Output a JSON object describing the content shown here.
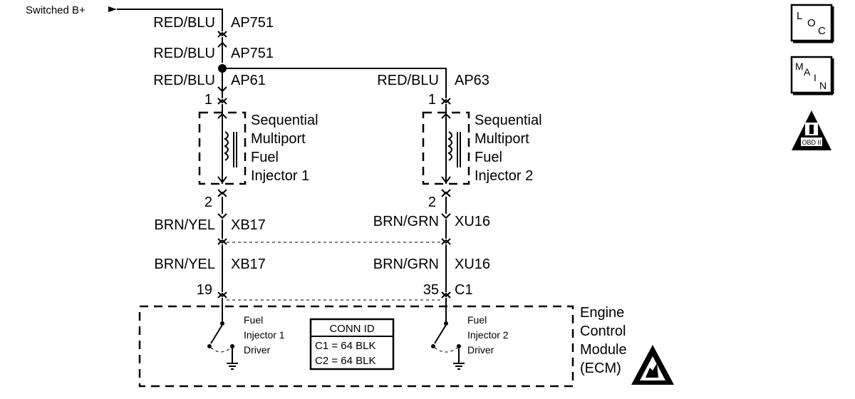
{
  "power": {
    "label": "Switched B+"
  },
  "wires": {
    "top1": {
      "color": "RED/BLU",
      "circuit": "AP751"
    },
    "top2": {
      "color": "RED/BLU",
      "circuit": "AP751"
    },
    "left_upper": {
      "color": "RED/BLU",
      "circuit": "AP61"
    },
    "right_upper": {
      "color": "RED/BLU",
      "circuit": "AP63"
    },
    "left_lower1": {
      "color": "BRN/YEL",
      "circuit": "XB17"
    },
    "left_lower2": {
      "color": "BRN/YEL",
      "circuit": "XB17"
    },
    "right_lower1": {
      "color": "BRN/GRN",
      "circuit": "XU16"
    },
    "right_lower2": {
      "color": "BRN/GRN",
      "circuit": "XU16"
    }
  },
  "pins": {
    "inj1_top": "1",
    "inj1_bottom": "2",
    "inj2_top": "1",
    "inj2_bottom": "2",
    "ecm_left": "19",
    "ecm_right": "35",
    "ecm_connector": "C1"
  },
  "injector1": {
    "lines": [
      "Sequential",
      "Multiport",
      "Fuel",
      "Injector 1"
    ]
  },
  "injector2": {
    "lines": [
      "Sequential",
      "Multiport",
      "Fuel",
      "Injector 2"
    ]
  },
  "ecm": {
    "lines": [
      "Engine",
      "Control",
      "Module",
      "(ECM)"
    ],
    "driver1": [
      "Fuel",
      "Injector 1",
      "Driver"
    ],
    "driver2": [
      "Fuel",
      "Injector 2",
      "Driver"
    ]
  },
  "conn_id": {
    "title": "CONN ID",
    "rows": [
      "C1 = 64 BLK",
      "C2 = 64 BLK"
    ]
  },
  "nav": {
    "loc": [
      "L",
      "O",
      "C"
    ],
    "main": [
      "M",
      "A",
      "I",
      "N"
    ],
    "obd": "OBD II"
  }
}
